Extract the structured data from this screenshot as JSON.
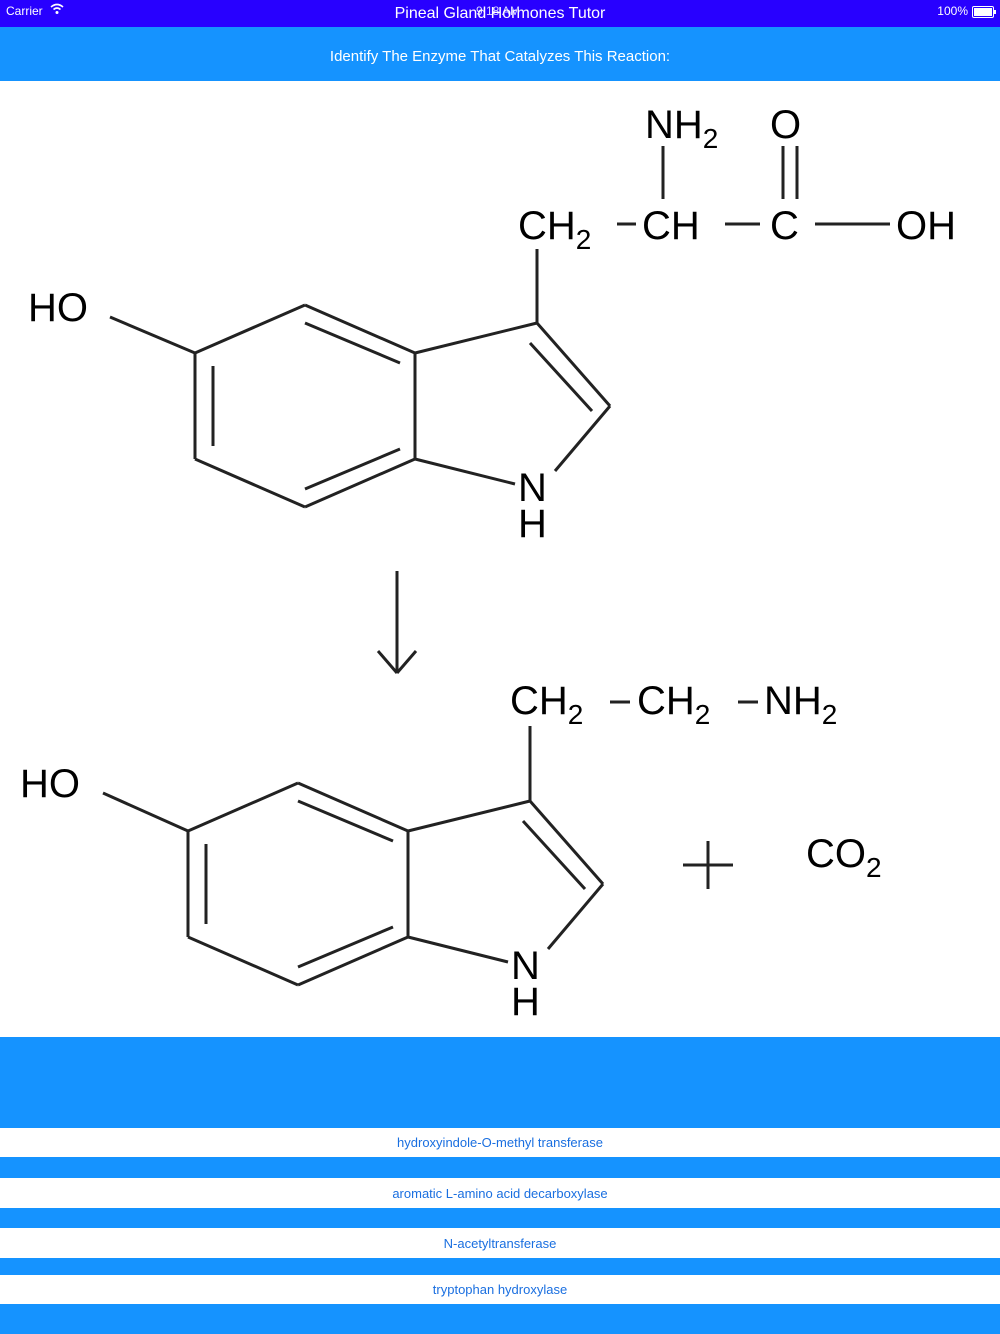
{
  "status_bar": {
    "carrier": "Carrier",
    "time": "9:18 AM",
    "app_title": "Pineal Gland Hormones Tutor",
    "battery": "100%"
  },
  "question": "Identify The Enzyme That Catalyzes This Reaction:",
  "reaction": {
    "reactant": {
      "HO": "HO",
      "CH2": "CH",
      "sub2": "2",
      "CH": "CH",
      "C": "C",
      "OH": "OH",
      "NH": "NH",
      "O": "O",
      "N": "N",
      "H": "H"
    },
    "product": {
      "HO": "HO",
      "CH2a": "CH",
      "CH2b": "CH",
      "NH2": "NH",
      "sub2": "2",
      "N": "N",
      "H": "H",
      "plus": "+",
      "CO": "CO"
    }
  },
  "answers": [
    "hydroxyindole-O-methyl transferase",
    "aromatic L-amino acid decarboxylase",
    "N-acetyltransferase",
    "tryptophan hydroxylase"
  ],
  "colors": {
    "status_bar": "#2800ff",
    "accent": "#1593ff",
    "answer_text": "#1a6fe0"
  }
}
